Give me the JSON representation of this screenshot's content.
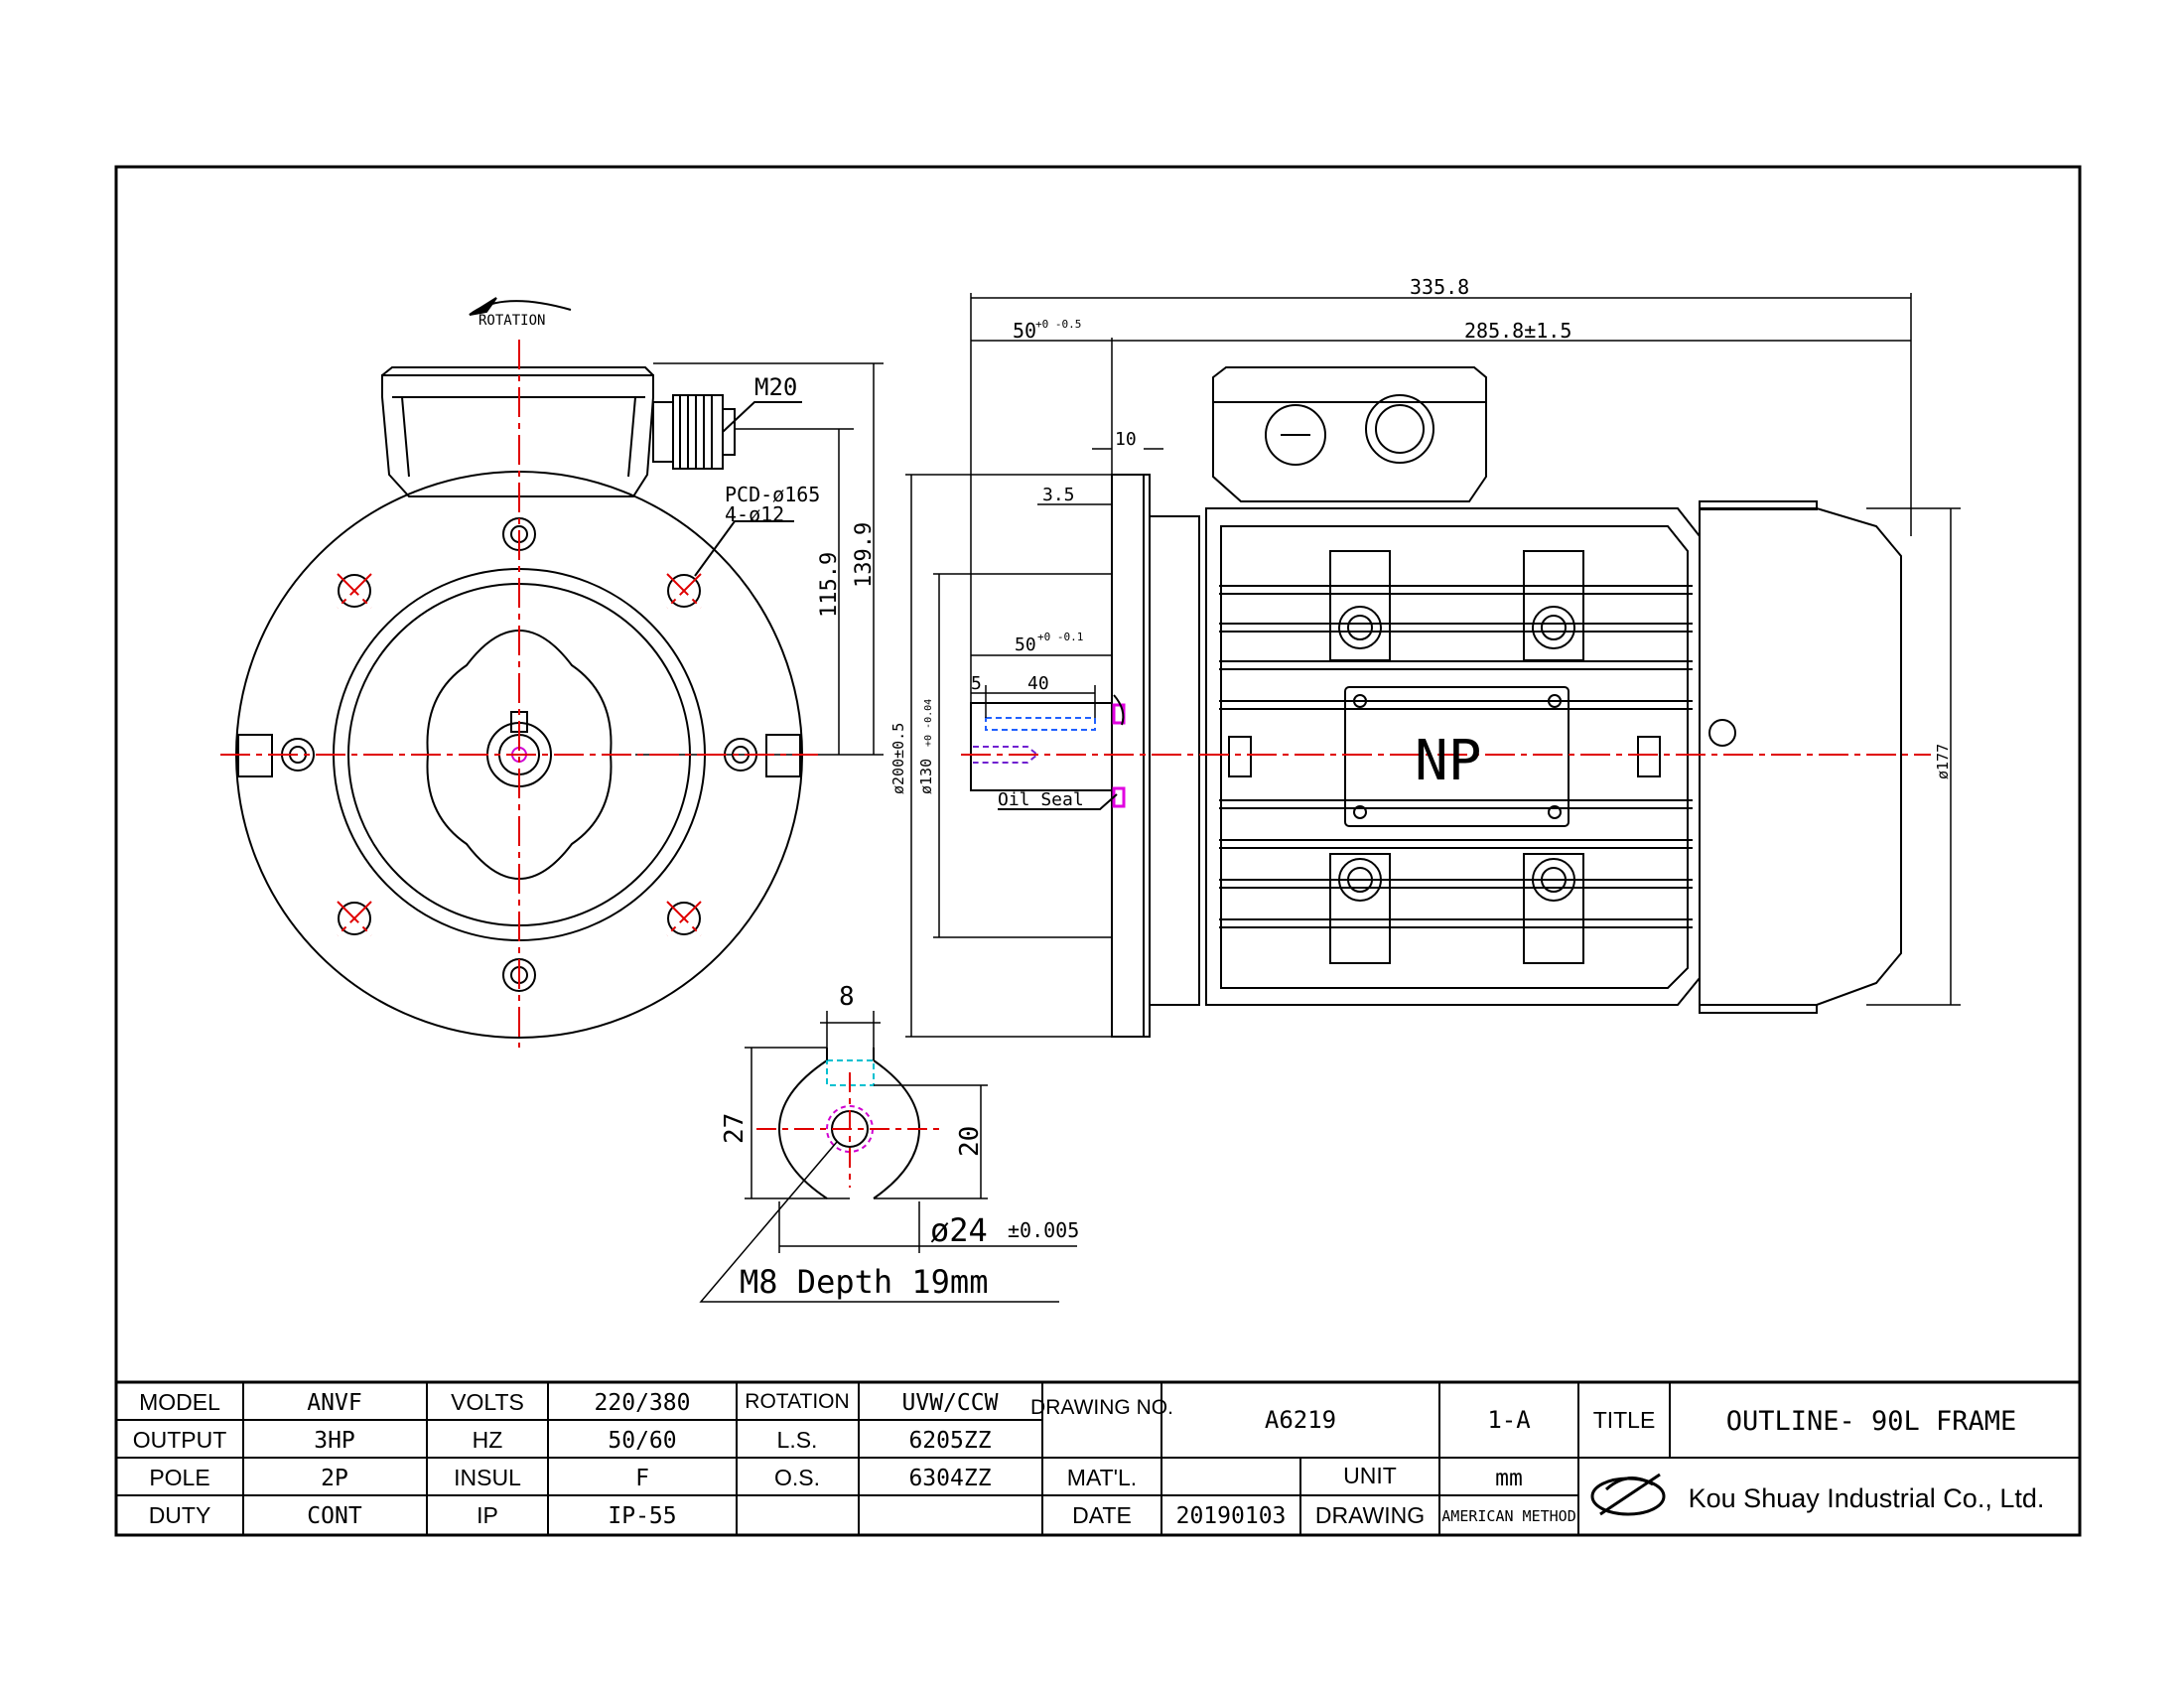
{
  "drawing": {
    "rotation_label": "ROTATION",
    "front": {
      "m20": "M20",
      "pcd": "PCD-ø165",
      "holes": "4-ø12",
      "dim_115": "115.9",
      "dim_139": "139.9"
    },
    "side": {
      "dim_335": "335.8",
      "dim_50a_main": "50",
      "dim_50a_tol": "+0 -0.5",
      "dim_285": "285.8±1.5",
      "dim_10": "10",
      "dim_35": "3.5",
      "dim_50b_main": "50",
      "dim_50b_tol": "+0 -0.1",
      "dim_5": "5",
      "dim_40": "40",
      "oil_seal": "Oil Seal",
      "dim_200": "ø200±0.5",
      "dim_130_main": "ø130",
      "dim_130_tol": "+0 -0.04",
      "dim_177": "ø177",
      "np": "NP"
    },
    "shaft": {
      "dim_8": "8",
      "dim_27": "27",
      "dim_20": "20",
      "dim_24_main": "ø24",
      "dim_24_tol": "±0.005",
      "thread": "M8 Depth 19mm"
    }
  },
  "title_block": {
    "rows": [
      [
        "MODEL",
        "ANVF",
        "VOLTS",
        "220/380",
        "ROTATION",
        "UVW/CCW"
      ],
      [
        "OUTPUT",
        "3HP",
        "HZ",
        "50/60",
        "L.S.",
        "6205ZZ"
      ],
      [
        "POLE",
        "2P",
        "INSUL",
        "F",
        "O.S.",
        "6304ZZ"
      ],
      [
        "DUTY",
        "CONT",
        "IP",
        "IP-55",
        "",
        ""
      ]
    ],
    "drawing_no_label": "DRAWING NO.",
    "drawing_no": "A6219",
    "sheet": "1-A",
    "title_label": "TITLE",
    "title": "OUTLINE- 90L FRAME",
    "matl_label": "MAT'L.",
    "matl": "",
    "unit_label": "UNIT",
    "unit": "mm",
    "date_label": "DATE",
    "date": "20190103",
    "drawing_label": "DRAWING",
    "method": "AMERICAN METHOD",
    "company": "Kou Shuay Industrial Co., Ltd."
  }
}
